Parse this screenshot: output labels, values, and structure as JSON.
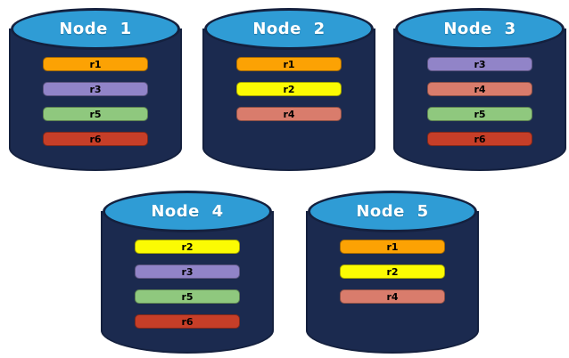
{
  "diagram": {
    "background": "#FFFFFF",
    "styles": {
      "node_top_fill": "#2F9CD5",
      "node_body_fill": "#1B2A4F",
      "node_stroke": "#14203E",
      "node_label_color": "#FFFFFF",
      "bar_label_color": "#000000"
    },
    "replica_colors": {
      "r1": "#FCA204",
      "r2": "#FBFB03",
      "r3": "#9184C8",
      "r4": "#D97C6C",
      "r5": "#8FC87E",
      "r6": "#C63E28"
    },
    "nodes": [
      {
        "label": "Node 1",
        "replicas": [
          "r1",
          "r3",
          "r5",
          "r6"
        ]
      },
      {
        "label": "Node 2",
        "replicas": [
          "r1",
          "r2",
          "r4"
        ]
      },
      {
        "label": "Node 3",
        "replicas": [
          "r3",
          "r4",
          "r5",
          "r6"
        ]
      },
      {
        "label": "Node 4",
        "replicas": [
          "r2",
          "r3",
          "r5",
          "r6"
        ]
      },
      {
        "label": "Node 5",
        "replicas": [
          "r1",
          "r2",
          "r4"
        ]
      }
    ]
  }
}
